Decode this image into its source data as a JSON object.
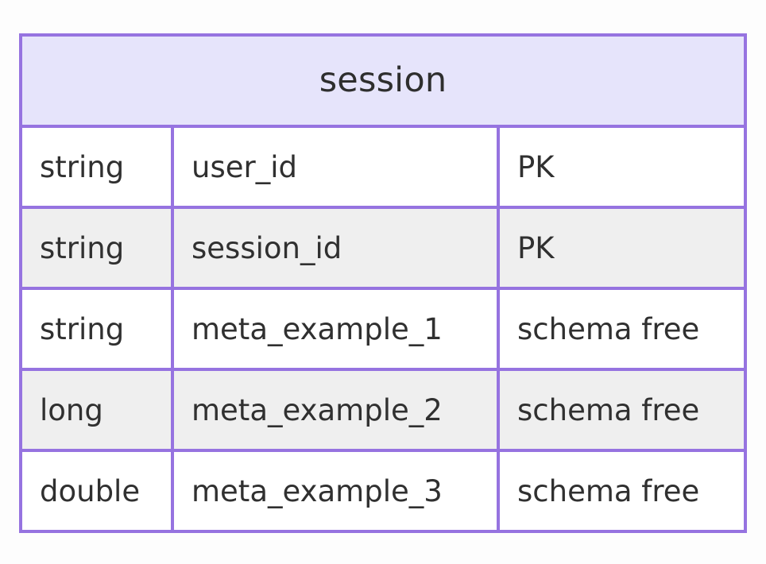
{
  "diagram": {
    "kind": "entity-relationship-table",
    "background_color": "#fdfdfd",
    "accent_color": "#9673e0",
    "header_fill": "#e6e4fb",
    "row_alt_fill": "#efefef",
    "text_color": "#303030"
  },
  "entity": {
    "title": "session",
    "columns": [
      {
        "type": "string",
        "name": "user_id",
        "key": "PK"
      },
      {
        "type": "string",
        "name": "session_id",
        "key": "PK"
      },
      {
        "type": "string",
        "name": "meta_example_1",
        "key": "schema free"
      },
      {
        "type": "long",
        "name": "meta_example_2",
        "key": "schema free"
      },
      {
        "type": "double",
        "name": "meta_example_3",
        "key": "schema free"
      }
    ]
  }
}
